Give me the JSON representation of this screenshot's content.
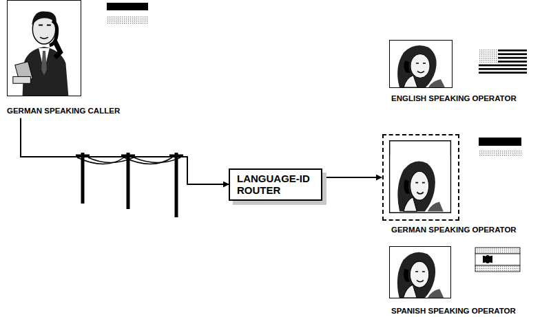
{
  "diagram": {
    "nodes": [
      {
        "text": [
          "GERMAN SPEAKING CALLER"
        ]
      },
      {
        "text": [
          "ENGLISH SPEAKING OPERATOR"
        ]
      },
      {
        "text": [
          "LANGUAGE-ID ROUTER"
        ]
      },
      {
        "text": [
          "GERMAN SPEAKING OPERATOR"
        ]
      },
      {
        "text": [
          "SPANISH SPEAKING OPERATOR"
        ]
      }
    ],
    "edges": [
      {
        "from": 0,
        "to": 2,
        "arrow": "to"
      },
      {
        "from": 2,
        "to": 3,
        "arrow": "to"
      }
    ]
  }
}
